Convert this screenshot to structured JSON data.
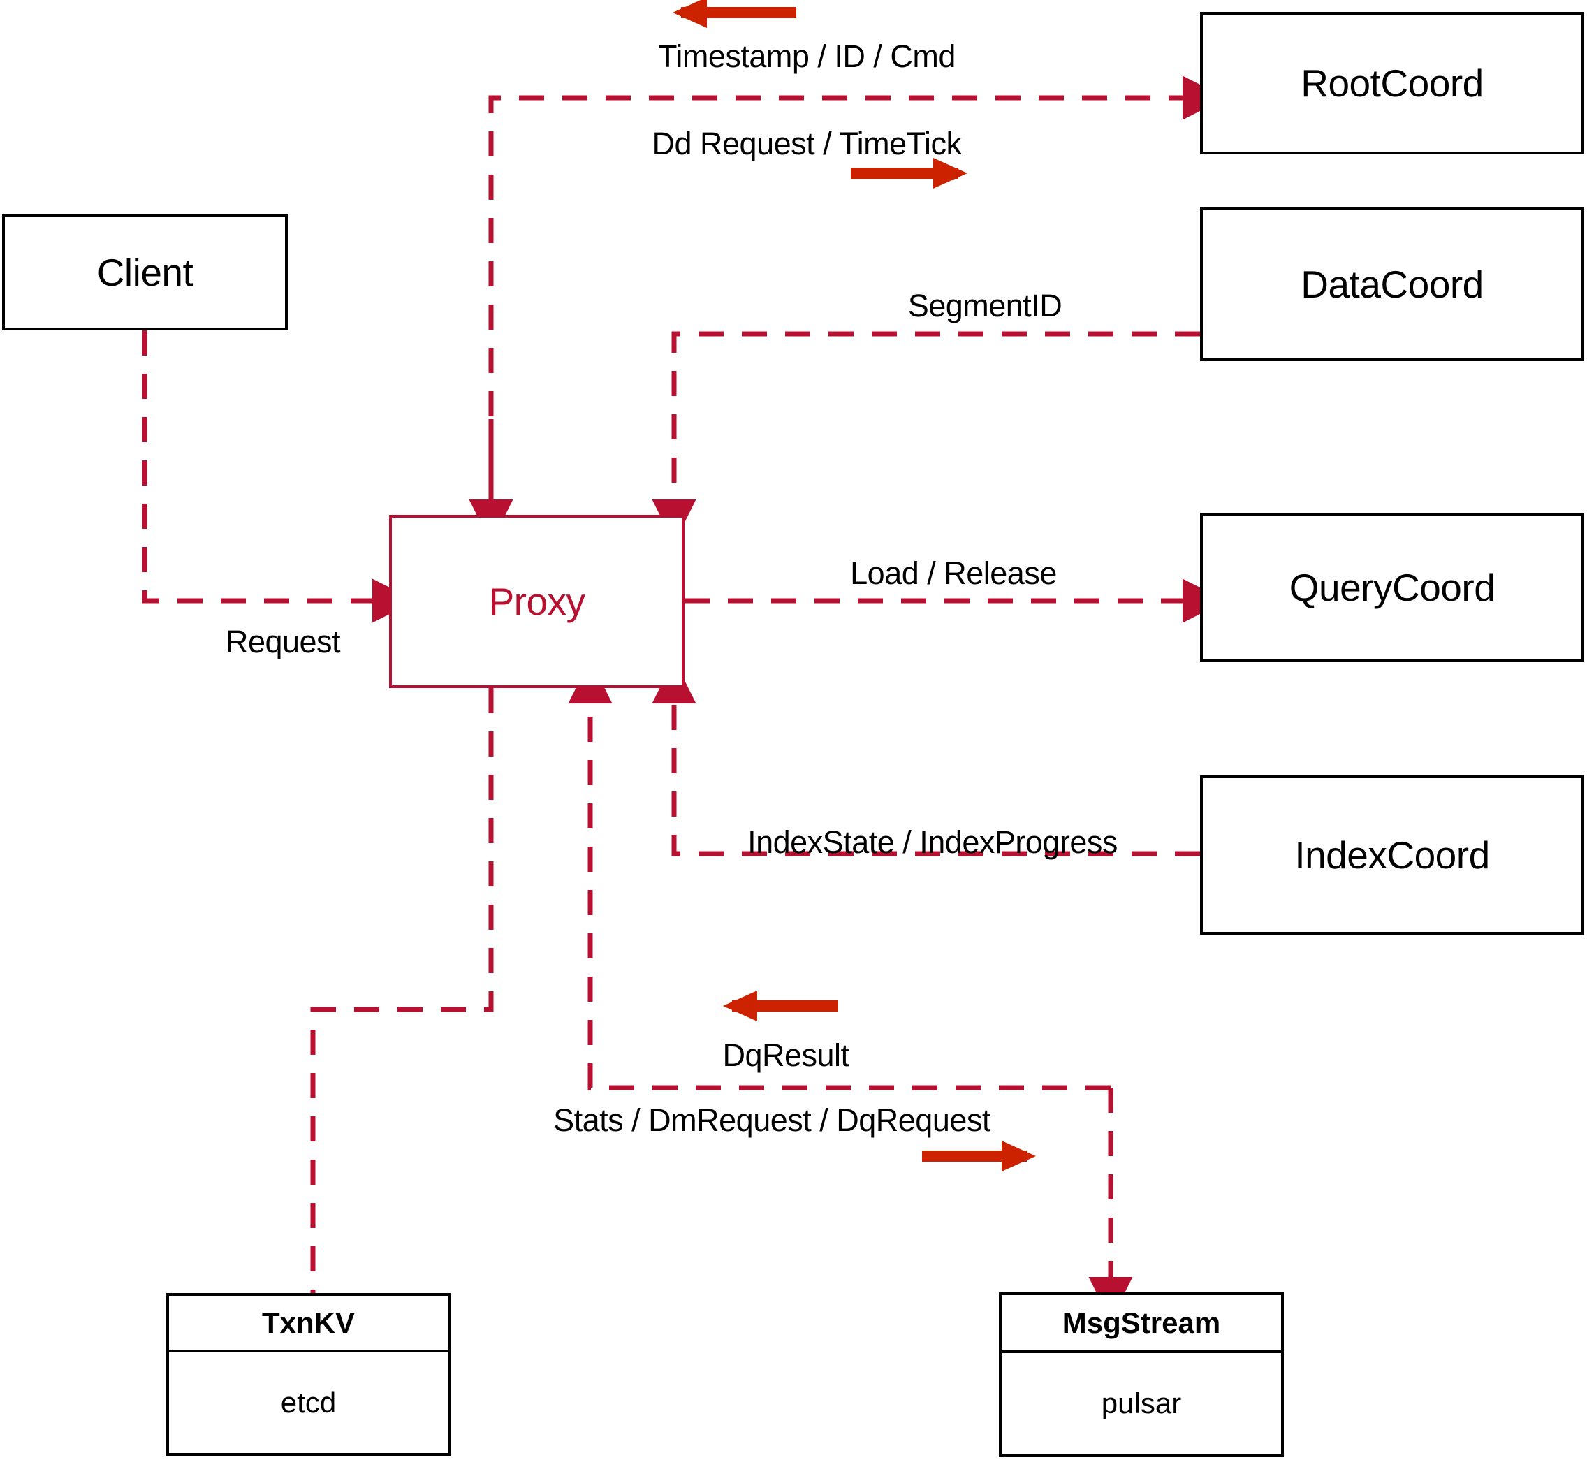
{
  "diagram": {
    "title": "Milvus Proxy interaction diagram",
    "colors": {
      "node_border": "#000000",
      "proxy_accent": "#B81030",
      "dashed_edge": "#B81030",
      "bold_arrow": "#CC2200",
      "background": "#FFFFFF",
      "label_text": "#000000"
    }
  },
  "nodes": {
    "client": {
      "label": "Client"
    },
    "proxy": {
      "label": "Proxy"
    },
    "root_coord": {
      "label": "RootCoord"
    },
    "data_coord": {
      "label": "DataCoord"
    },
    "query_coord": {
      "label": "QueryCoord"
    },
    "index_coord": {
      "label": "IndexCoord"
    },
    "txn_kv": {
      "title": "TxnKV",
      "impl": "etcd"
    },
    "msg_stream": {
      "title": "MsgStream",
      "impl": "pulsar"
    }
  },
  "edge_labels": {
    "timestamp_id_cmd": "Timestamp / ID / Cmd",
    "dd_request_timetick": "Dd Request / TimeTick",
    "segment_id": "SegmentID",
    "load_release": "Load / Release",
    "index_state_progress": "IndexState / IndexProgress",
    "request": "Request",
    "dq_result": "DqResult",
    "stats_dm_dq_request": "Stats / DmRequest / DqRequest"
  },
  "icons": {
    "arrow_left_bold": "bold-arrow-left-icon",
    "arrow_right_bold": "bold-arrow-right-icon",
    "arrow_head_dashed": "dashed-arrow-head-icon"
  }
}
